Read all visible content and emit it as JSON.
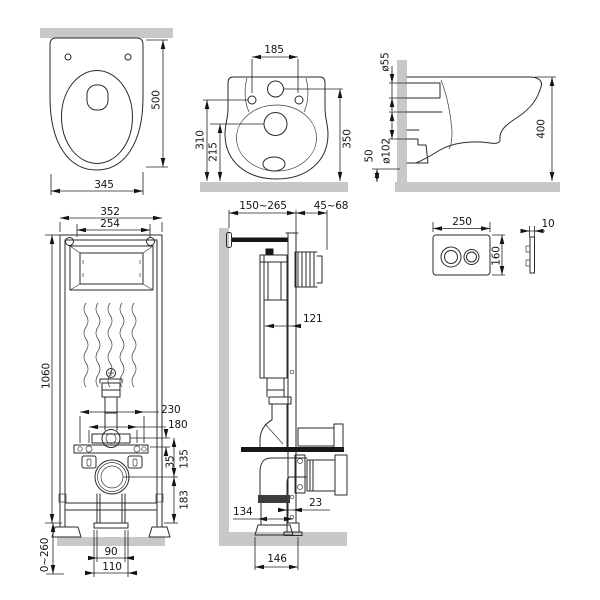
{
  "drawing": {
    "type": "technical dimension drawing",
    "subject": "wall-hung toilet with concealed installation frame and flush plate"
  },
  "colors": {
    "line": "#2a2a2a",
    "wall_fill": "#c8c8c8",
    "dark_fill": "#171717"
  },
  "views": {
    "toilet_top": {
      "width_345": "345",
      "depth_500": "500"
    },
    "toilet_rear": {
      "holes_185": "185",
      "height_310": "310",
      "height_215": "215",
      "height_350": "350"
    },
    "toilet_side": {
      "d55": "ø55",
      "d102": "ø102",
      "h50": "50",
      "h400": "400"
    },
    "frame_front": {
      "w352": "352",
      "w254": "254",
      "h1060": "1060",
      "w230": "230",
      "w180": "180",
      "h35": "35",
      "h135": "135",
      "h183": "183",
      "w90": "90",
      "w110": "110",
      "legs": "0~260"
    },
    "frame_side": {
      "d150_265": "150~265",
      "d45_68": "45~68",
      "d121": "121",
      "d134": "134",
      "d23": "23",
      "d146": "146"
    },
    "plate": {
      "w250": "250",
      "h160": "160",
      "t10": "10"
    }
  }
}
